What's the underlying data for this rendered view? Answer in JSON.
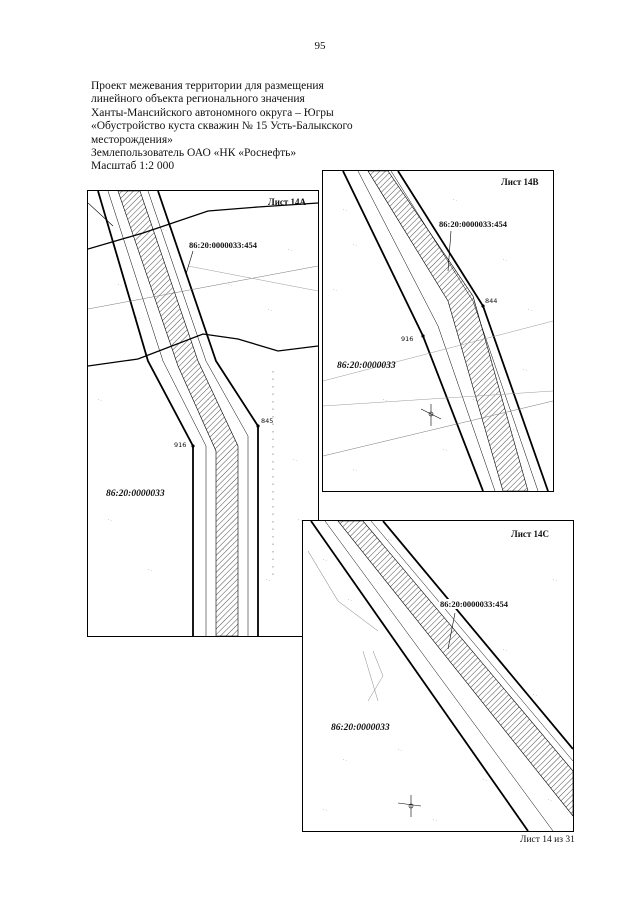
{
  "page_number": "95",
  "header": {
    "lines": [
      "Проект межевания территории для размещения",
      "линейного объекта регионального значения",
      "Ханты-Мансийского автономного округа – Югры",
      "«Обустройство куста скважин № 15 Усть-Балыкского",
      "месторождения»",
      "Землепользователь ОАО «НК «Роснефть»",
      "Масштаб 1:2 000"
    ]
  },
  "sheets": [
    {
      "title": "Лист 14А",
      "parcel_label": "86:20:0000033:454",
      "area_label": "86:20:0000033",
      "points": [
        {
          "label": "916"
        },
        {
          "label": "845"
        }
      ]
    },
    {
      "title": "Лист 14В",
      "parcel_label": "86:20:0000033:454",
      "area_label": "86:20:0000033",
      "points": [
        {
          "label": "844"
        },
        {
          "label": "916"
        }
      ]
    },
    {
      "title": "Лист 14С",
      "parcel_label": "86:20:0000033:454",
      "area_label": "86:20:0000033",
      "points": []
    }
  ],
  "footer": "Лист 14 из 31"
}
